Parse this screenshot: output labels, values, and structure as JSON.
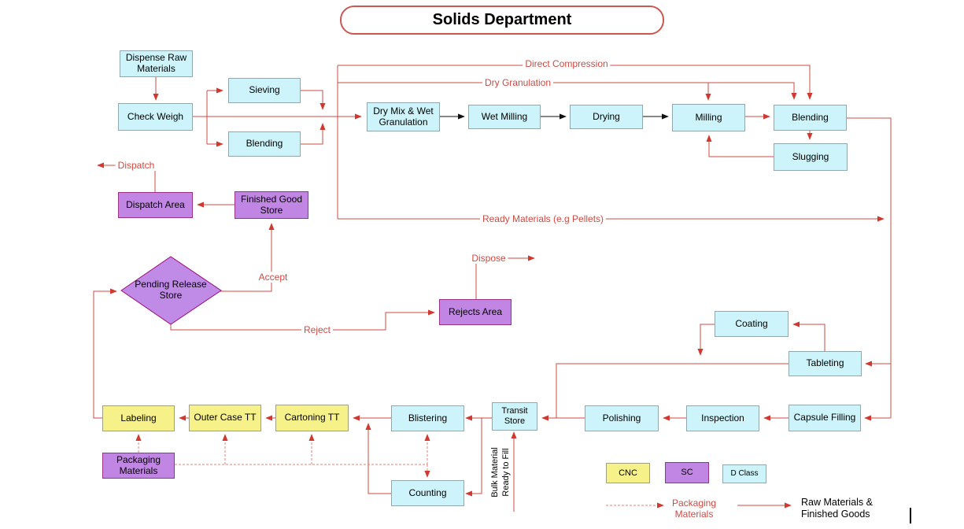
{
  "title": "Solids Department",
  "colors": {
    "accent_red": "#cc4b42",
    "cyan_fill": "#cdf4fa",
    "yellow_fill": "#f6f188",
    "purple_fill": "#c185e4"
  },
  "nodes": {
    "dispense_raw_materials": "Dispense Raw Materials",
    "check_weigh": "Check Weigh",
    "sieving": "Sieving",
    "blending_pre": "Blending",
    "dry_mix_wet_granulation": "Dry Mix & Wet Granulation",
    "wet_milling": "Wet Milling",
    "drying": "Drying",
    "milling": "Milling",
    "blending": "Blending",
    "slugging": "Slugging",
    "dispatch_area": "Dispatch Area",
    "finished_good_store": "Finished Good Store",
    "pending_release_store": "Pending Release Store",
    "rejects_area": "Rejects Area",
    "coating": "Coating",
    "tableting": "Tableting",
    "capsule_filling": "Capsule Filling",
    "inspection": "Inspection",
    "polishing": "Polishing",
    "transit_store": "Transit Store",
    "blistering": "Blistering",
    "counting": "Counting",
    "cartoning_tt": "Cartoning TT",
    "outer_case_tt": "Outer Case TT",
    "labeling": "Labeling",
    "packaging_materials": "Packaging Materials"
  },
  "flow_labels": {
    "direct_compression": "Direct Compression",
    "dry_granulation": "Dry Granulation",
    "ready_materials": "Ready Materials (e.g Pellets)",
    "dispatch": "Dispatch",
    "accept": "Accept",
    "reject": "Reject",
    "dispose": "Dispose",
    "bulk_material_line1": "Bulk Material",
    "bulk_material_line2": "Ready to Fill"
  },
  "legend": {
    "cnc": "CNC",
    "sc": "SC",
    "d_class": "D Class",
    "packaging_materials": "Packaging Materials",
    "raw_materials": "Raw Materials & Finished Goods"
  }
}
